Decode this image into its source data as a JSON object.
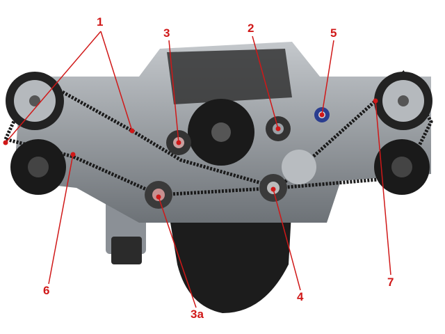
{
  "labels": {
    "l1": "1",
    "l2": "2",
    "l3": "3",
    "l3a": "3a",
    "l4": "4",
    "l5": "5",
    "l6": "6",
    "l7": "7"
  },
  "colors": {
    "label": "#d01818",
    "belt": "#1a1a1a",
    "metal": "#9aa0a6"
  }
}
